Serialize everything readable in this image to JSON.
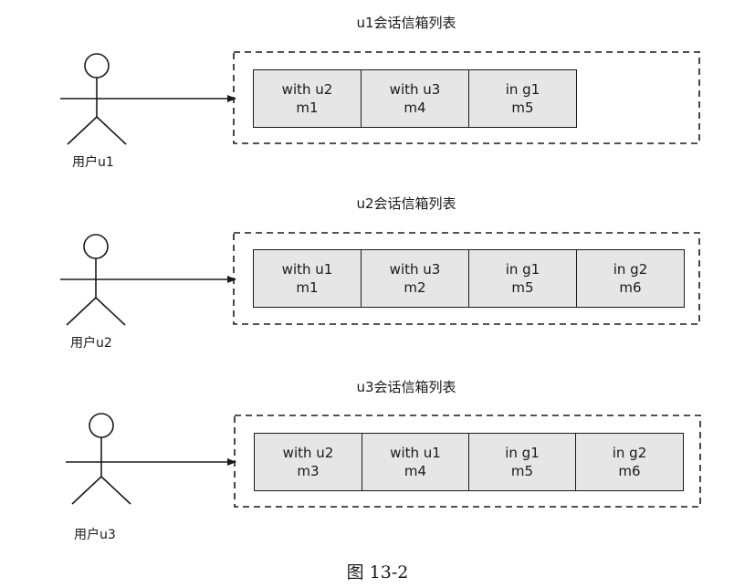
{
  "caption": "图 13-2",
  "rows": [
    {
      "user_label": "用户u1",
      "list_title": "u1会话信箱列表",
      "cells": [
        {
          "line1": "with u2",
          "line2": "m1"
        },
        {
          "line1": "with u3",
          "line2": "m4"
        },
        {
          "line1": "in g1",
          "line2": "m5"
        }
      ]
    },
    {
      "user_label": "用户u2",
      "list_title": "u2会话信箱列表",
      "cells": [
        {
          "line1": "with u1",
          "line2": "m1"
        },
        {
          "line1": "with u3",
          "line2": "m2"
        },
        {
          "line1": "in g1",
          "line2": "m5"
        },
        {
          "line1": "in g2",
          "line2": "m6"
        }
      ]
    },
    {
      "user_label": "用户u3",
      "list_title": "u3会话信箱列表",
      "cells": [
        {
          "line1": "with u2",
          "line2": "m3"
        },
        {
          "line1": "with u1",
          "line2": "m4"
        },
        {
          "line1": "in g1",
          "line2": "m5"
        },
        {
          "line1": "in g2",
          "line2": "m6"
        }
      ]
    }
  ]
}
